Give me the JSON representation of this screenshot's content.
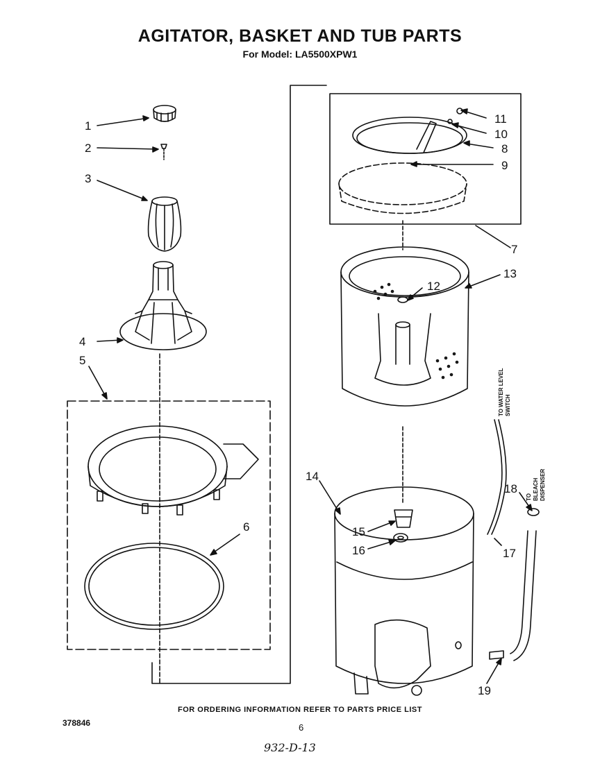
{
  "header": {
    "title": "AGITATOR, BASKET AND TUB PARTS",
    "subtitle": "For Model: LA5500XPW1"
  },
  "footer": {
    "ordering_note": "FOR ORDERING INFORMATION REFER TO PARTS PRICE LIST",
    "doc_number": "378846",
    "page_number": "6",
    "handwritten_code": "932-D-13"
  },
  "callouts": [
    "1",
    "2",
    "3",
    "4",
    "5",
    "6",
    "7",
    "8",
    "9",
    "10",
    "11",
    "12",
    "13",
    "14",
    "15",
    "16",
    "17",
    "18",
    "19"
  ],
  "hose_labels": {
    "water_level_line1": "TO WATER LEVEL",
    "water_level_line2": "SWITCH",
    "bleach_line1": "TO",
    "bleach_line2": "BLEACH",
    "bleach_line3": "DISPENSER"
  },
  "colors": {
    "ink": "#111111",
    "paper": "#ffffff"
  }
}
